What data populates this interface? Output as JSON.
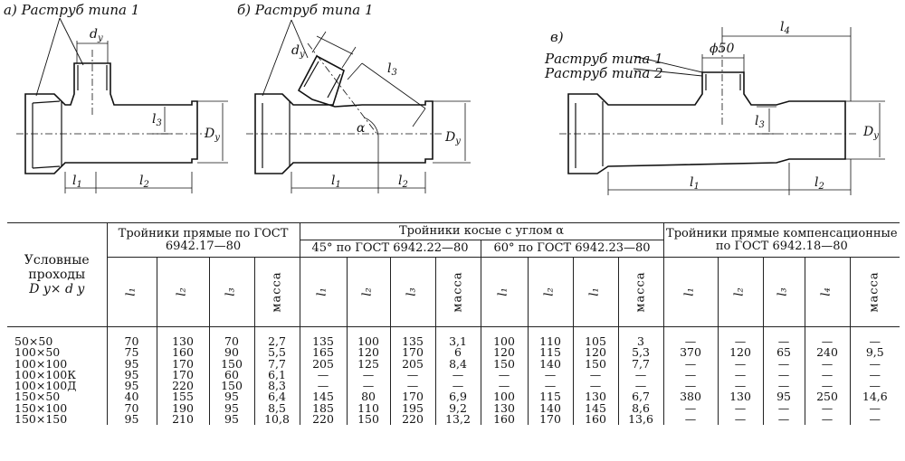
{
  "figure_a": {
    "label": "а)",
    "caption": "Раструб типа 1",
    "dims": [
      "dy",
      "l3",
      "Dy",
      "l1",
      "l2"
    ]
  },
  "figure_b": {
    "label": "б)",
    "caption": "Раструб типа 1",
    "dims": [
      "dy",
      "l3",
      "α",
      "Dy",
      "l1",
      "l2"
    ]
  },
  "figure_c": {
    "label": "в)",
    "caption1": "Раструб типа 1",
    "caption2": "Раструб типа 2",
    "diameter": "ϕ50",
    "dims": [
      "l4",
      "l3",
      "Dy",
      "l1",
      "l2"
    ]
  },
  "table": {
    "row_header": [
      "Условные",
      "проходы",
      "D y× d y"
    ],
    "group1": {
      "title": "Тройники прямые по ГОСТ 6942.17—80"
    },
    "group2": {
      "title": "Тройники косые с углом α",
      "sub1": "45° по ГОСТ 6942.22—80",
      "sub2": "60° по ГОСТ 6942.23—80"
    },
    "group3": {
      "title": "Тройники прямые компенсационные по ГОСТ 6942.18—80"
    },
    "col_labels": [
      "l₁",
      "l₂",
      "l₃",
      "масса",
      "l₁",
      "l₂",
      "l₃",
      "масса",
      "l₁",
      "l₂",
      "l₁",
      "масса",
      "l₁",
      "l₂",
      "l₃",
      "l₄",
      "масса"
    ],
    "rows": [
      [
        "50×50",
        "70",
        "130",
        "70",
        "2,7",
        "135",
        "100",
        "135",
        "3,1",
        "100",
        "110",
        "105",
        "3",
        "—",
        "—",
        "—",
        "—",
        "—"
      ],
      [
        "100×50",
        "75",
        "160",
        "90",
        "5,5",
        "165",
        "120",
        "170",
        "6",
        "120",
        "115",
        "120",
        "5,3",
        "370",
        "120",
        "65",
        "240",
        "9,5"
      ],
      [
        "100×100",
        "95",
        "170",
        "150",
        "7,7",
        "205",
        "125",
        "205",
        "8,4",
        "150",
        "140",
        "150",
        "7,7",
        "—",
        "—",
        "—",
        "—",
        "—"
      ],
      [
        "100×100К",
        "95",
        "170",
        "60",
        "6,1",
        "—",
        "—",
        "—",
        "—",
        "—",
        "—",
        "—",
        "—",
        "—",
        "—",
        "—",
        "—",
        "—"
      ],
      [
        "100×100Д",
        "95",
        "220",
        "150",
        "8,3",
        "—",
        "—",
        "—",
        "—",
        "—",
        "—",
        "—",
        "—",
        "—",
        "—",
        "—",
        "—",
        "—"
      ],
      [
        "150×50",
        "40",
        "155",
        "95",
        "6,4",
        "145",
        "80",
        "170",
        "6,9",
        "100",
        "115",
        "130",
        "6,7",
        "380",
        "130",
        "95",
        "250",
        "14,6"
      ],
      [
        "150×100",
        "70",
        "190",
        "95",
        "8,5",
        "185",
        "110",
        "195",
        "9,2",
        "130",
        "140",
        "145",
        "8,6",
        "—",
        "—",
        "—",
        "—",
        "—"
      ],
      [
        "150×150",
        "95",
        "210",
        "95",
        "10,8",
        "220",
        "150",
        "220",
        "13,2",
        "160",
        "170",
        "160",
        "13,6",
        "—",
        "—",
        "—",
        "—",
        "—"
      ]
    ]
  }
}
